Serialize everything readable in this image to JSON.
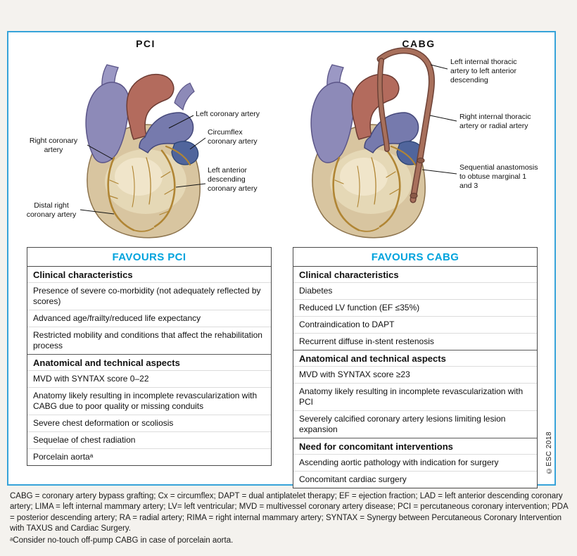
{
  "pci_panel": {
    "title": "PCI",
    "labels": {
      "left_coronary": "Left coronary artery",
      "circumflex": "Circumflex coronary artery",
      "lad": "Left anterior descending coronary artery",
      "right_coronary": "Right coronary artery",
      "distal_right": "Distal right coronary artery"
    }
  },
  "cabg_panel": {
    "title": "CABG",
    "labels": {
      "lita": "Left internal thoracic artery to left anterior descending",
      "rita": "Right internal thoracic artery or radial artery",
      "sequential": "Sequential anastomosis to obtuse marginal 1 and 3"
    }
  },
  "favours_pci": {
    "title": "FAVOURS PCI",
    "sections": [
      {
        "heading": "Clinical characteristics",
        "items": [
          "Presence of severe co-morbidity (not adequately reflected by scores)",
          "Advanced age/frailty/reduced life expectancy",
          "Restricted mobility and conditions that affect the rehabilitation process"
        ]
      },
      {
        "heading": "Anatomical and technical aspects",
        "items": [
          "MVD with SYNTAX score 0–22",
          "Anatomy likely resulting in incomplete revascularization with CABG due to poor quality or missing conduits",
          "Severe chest deformation or scoliosis",
          "Sequelae of chest radiation",
          "Porcelain aortaᵃ"
        ]
      }
    ]
  },
  "favours_cabg": {
    "title": "FAVOURS CABG",
    "sections": [
      {
        "heading": "Clinical characteristics",
        "items": [
          "Diabetes",
          "Reduced LV function (EF ≤35%)",
          "Contraindication to DAPT",
          "Recurrent diffuse in-stent restenosis"
        ]
      },
      {
        "heading": "Anatomical and technical aspects",
        "items": [
          "MVD with SYNTAX score ≥23",
          "Anatomy likely resulting in incomplete revascularization with PCI",
          "Severely calcified coronary artery lesions limiting lesion expansion"
        ]
      },
      {
        "heading": "Need for concomitant interventions",
        "items": [
          "Ascending aortic pathology with indication for surgery",
          "Concomitant cardiac surgery"
        ]
      }
    ]
  },
  "copyright": "©ESC 2018",
  "footnotes": {
    "abbreviations": "CABG = coronary artery bypass grafting; Cx = circumflex; DAPT = dual antiplatelet therapy; EF = ejection fraction; LAD = left anterior descending coronary artery; LIMA = left internal mammary artery; LV= left ventricular; MVD = multivessel coronary artery disease; PCI = percutaneous coronary intervention; PDA = posterior descending artery; RA = radial artery; RIMA = right internal mammary artery; SYNTAX = Synergy between Percutaneous Coronary Intervention with TAXUS and Cardiac Surgery.",
    "note_a": "ᵃConsider no-touch off-pump CABG in case of porcelain aorta."
  }
}
